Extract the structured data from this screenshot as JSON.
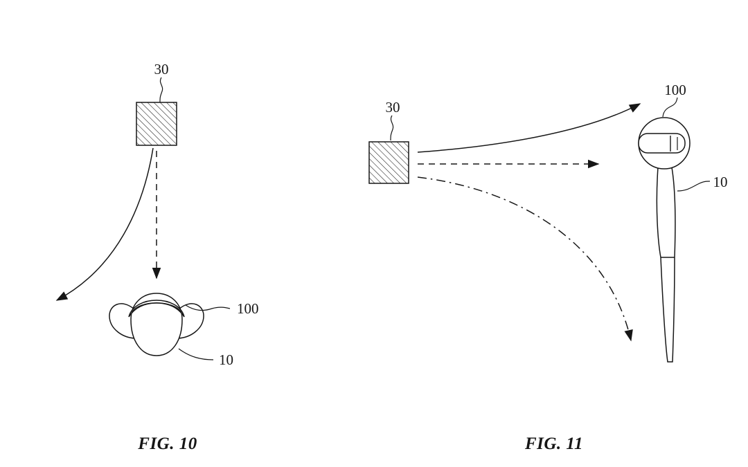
{
  "figures": {
    "fig10": {
      "caption": "FIG. 10",
      "labels": {
        "emitter": "30",
        "headset": "100",
        "head": "10"
      }
    },
    "fig11": {
      "caption": "FIG. 11",
      "labels": {
        "emitter": "30",
        "headset": "100",
        "person": "10"
      }
    }
  },
  "colors": {
    "ink": "#161616",
    "background": "#ffffff"
  }
}
